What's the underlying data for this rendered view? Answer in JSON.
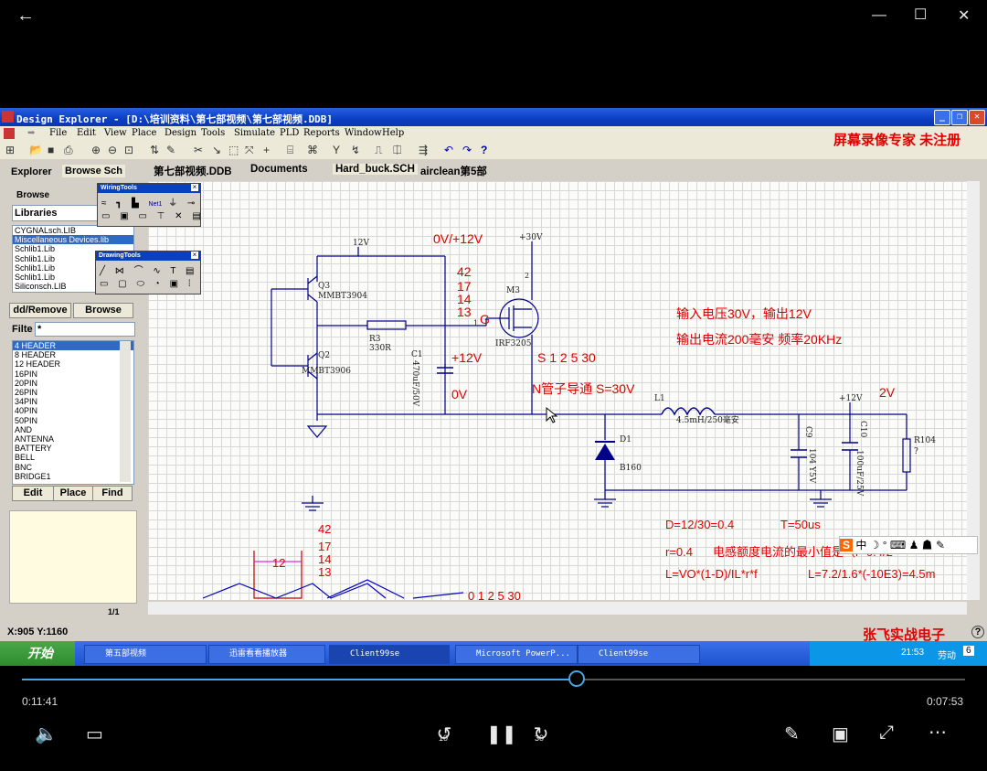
{
  "player": {
    "back_glyph": "←",
    "minimize_glyph": "—",
    "maximize_glyph": "☐",
    "close_glyph": "✕",
    "elapsed": "0:11:41",
    "remaining": "0:07:53",
    "progress": 0.588,
    "skip_back": "10",
    "skip_forward": "30"
  },
  "app": {
    "title": "Design Explorer - [D:\\培训资料\\第七部视频\\第七部视频.DDB]",
    "menu": [
      "File",
      "Edit",
      "View",
      "Place",
      "Design",
      "Tools",
      "Simulate",
      "PLD",
      "Reports",
      "Window",
      "Help"
    ],
    "watermark_top": "屏幕录像专家 未注册",
    "watermark_bottom": "张飞实战电子"
  },
  "left_panel": {
    "tabs": [
      "Explorer",
      "Browse Sch"
    ],
    "browse_label": "Browse",
    "browse_value": "Libraries",
    "libraries": [
      "CYGNALsch.LIB",
      "Miscellaneous Devices.lib",
      "Schlib1.Lib",
      "Schlib1.Lib",
      "Schlib1.Lib",
      "Schlib1.Lib",
      "Siliconsch.LIB"
    ],
    "add_remove": "dd/Remove",
    "browse_btn": "Browse",
    "filter_label": "Filte",
    "filter_value": "*",
    "components": [
      "4 HEADER",
      "8 HEADER",
      "12 HEADER",
      "16PIN",
      "20PIN",
      "26PIN",
      "34PIN",
      "40PIN",
      "50PIN",
      "AND",
      "ANTENNA",
      "BATTERY",
      "BELL",
      "BNC",
      "BRIDGE1"
    ],
    "edit": "Edit",
    "place": "Place",
    "find": "Find",
    "page_label": "1/1"
  },
  "doc_tabs": [
    "第七部视频.DDB",
    "Documents",
    "Hard_buck.SCH",
    "airclean第5部"
  ],
  "toolboxes": {
    "wiring": "WiringTools",
    "drawing": "DrawingTools",
    "net_label": "Net1"
  },
  "schematic": {
    "v12_label": "12V",
    "v30_label": "+30V",
    "q3": "Q3",
    "q3_part": "MMBT3904",
    "q2": "Q2",
    "q2_part": "MMBT3906",
    "r3": "R3",
    "r3_val": "330R",
    "c1": "C1",
    "c1_val": "470uF/50V",
    "m3": "M3",
    "m3_part": "IRF3205",
    "gate": "G",
    "gate_pin": "1",
    "drain_pin": "2",
    "l1": "L1",
    "l1_val": "4.5mH/250毫安",
    "d1": "D1",
    "d1_part": "B160",
    "c9": "C9",
    "c9_val": "104 Y5V",
    "c10": "C10",
    "c10_val": "100uF/25V",
    "r104": "R104",
    "r104_val": "?",
    "out12": "+12V",
    "ann_drive": "0V/+12V",
    "ann_nums": [
      "42",
      "17",
      "14",
      "13"
    ],
    "ann_c_plus": "+12V",
    "ann_c_zero": "0V",
    "ann_s": "S 1 2 5 30",
    "ann_nmos": "N管子导通 S=30V",
    "ann_in": "输入电压30V，输出12V",
    "ann_out": "输出电流200毫安 频率20KHz",
    "ann_2v": "2V",
    "ann_d": "D=12/30=0.4",
    "ann_t": "T=50us",
    "ann_r": "r=0.4",
    "ann_rtext": "电感额度电流的最小值是（r=0.4/2",
    "ann_l": "L=VO*(1-D)/IL*r*f",
    "ann_l2": "L=7.2/1.6*(-10E3)=4.5m",
    "ann_box": "12",
    "ann_nums2": [
      "42",
      "17",
      "14",
      "13"
    ],
    "ann_bottom": "0 1 2 5 30"
  },
  "status": {
    "coords": "X:905 Y:1160"
  },
  "taskbar": {
    "start": "开始",
    "items": [
      "第五部视频",
      "迅雷看看播放器",
      "Client99se",
      "Microsoft PowerP...",
      "Client99se"
    ],
    "clock": "21:53",
    "day": "劳动",
    "day_num": "6"
  }
}
